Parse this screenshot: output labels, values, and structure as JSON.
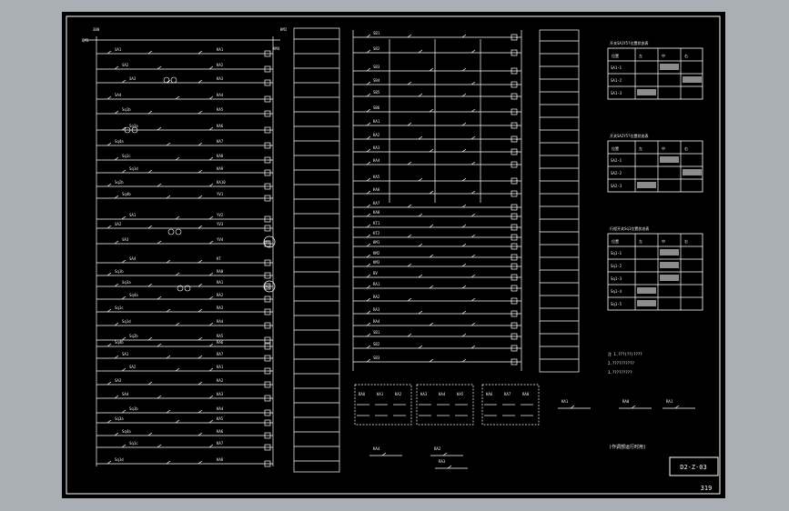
{
  "drawing_number": "D2-Z-03",
  "page_number": "319",
  "left_circuit": {
    "supply_labels": [
      "QM1",
      "380",
      "KM2",
      "KM4"
    ],
    "switch_labels": [
      "SA1",
      "SA2",
      "SA3",
      "SA4",
      "Sq1b",
      "Sq3a",
      "Sq4a",
      "Sq1c",
      "Sq1d",
      "Sq2b",
      "Sq4b"
    ],
    "relay_labels": [
      "KA1",
      "KA2",
      "KA3",
      "KA4",
      "KA5",
      "KA6",
      "KA7",
      "KA8",
      "KA9",
      "KA10",
      "YV1",
      "YV2",
      "YV3",
      "YV4",
      "KT",
      "RA0",
      "RA1",
      "RA2",
      "RA3",
      "RA4",
      "RA5",
      "RA6",
      "RA7"
    ],
    "motor_labels": [
      "M1",
      "M2"
    ]
  },
  "center_circuit": {
    "relay_labels": [
      "SB1",
      "SB2",
      "SB3",
      "SB4",
      "SB5",
      "SB6",
      "KA1",
      "KA2",
      "KA3",
      "KA4",
      "KA5",
      "KA6",
      "KA7",
      "KA8",
      "KT1",
      "KT2",
      "KM1",
      "KM2",
      "KM3",
      "BV",
      "RA1",
      "RA2",
      "RA3",
      "RA4"
    ]
  },
  "bottom_notes": {
    "boxes": [
      [
        "RAU",
        "KA1",
        "KA2"
      ],
      [
        "KA3",
        "KA4",
        "KA5"
      ],
      [
        "KA6",
        "KA7",
        "RA0"
      ]
    ],
    "bottom_caption": "(作调部运行时用)",
    "contact_labels": [
      "KA1",
      "RA0",
      "RA1",
      "KA4",
      "RA2",
      "RA3"
    ],
    "footnotes": [
      "注 1.???(??)????",
      "2.??????????",
      "3.?????????"
    ]
  },
  "tables": [
    {
      "title": "开关SA1Y5?位置状态表",
      "headers": [
        "位置",
        "左",
        "中",
        "右"
      ],
      "rows": [
        [
          "SA1-1",
          "",
          "■",
          ""
        ],
        [
          "SA1-2",
          "",
          "",
          "■"
        ],
        [
          "SA1-3",
          "■",
          "",
          ""
        ]
      ]
    },
    {
      "title": "开关SA2Y5?位置状态表",
      "headers": [
        "位置",
        "左",
        "中",
        "右"
      ],
      "rows": [
        [
          "SA2-1",
          "",
          "■",
          ""
        ],
        [
          "SA2-2",
          "",
          "",
          "■"
        ],
        [
          "SA2-3",
          "■",
          "",
          ""
        ]
      ]
    },
    {
      "title": "行程开关Sq1位置状态表",
      "headers": [
        "位置",
        "左",
        "中",
        "右"
      ],
      "rows": [
        [
          "Sq1-1",
          "",
          "■",
          ""
        ],
        [
          "Sq1-2",
          "",
          "■",
          ""
        ],
        [
          "Sq1-3",
          "",
          "■",
          ""
        ],
        [
          "Sq1-4",
          "■",
          "",
          ""
        ],
        [
          "Sq1-5",
          "■",
          "",
          ""
        ]
      ]
    }
  ]
}
